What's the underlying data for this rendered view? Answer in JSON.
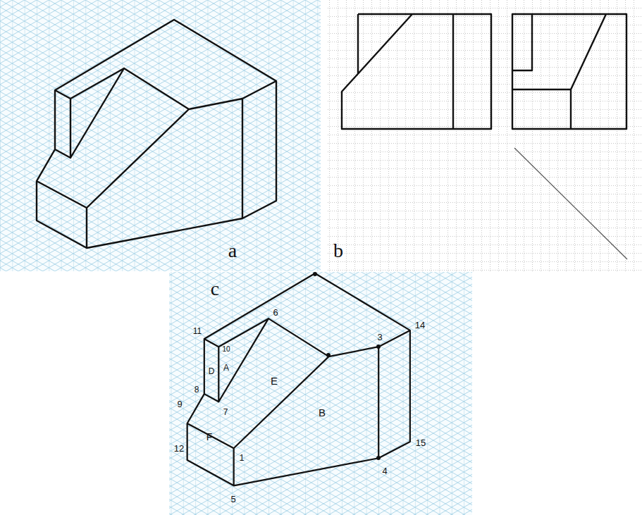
{
  "diagram": {
    "labels": [
      "a",
      "b",
      "c",
      "11",
      "10",
      "6",
      "3",
      "14",
      "D",
      "A",
      "E",
      "8",
      "9",
      "7",
      "B",
      "F",
      "1",
      "12",
      "15",
      "4",
      "5"
    ]
  }
}
